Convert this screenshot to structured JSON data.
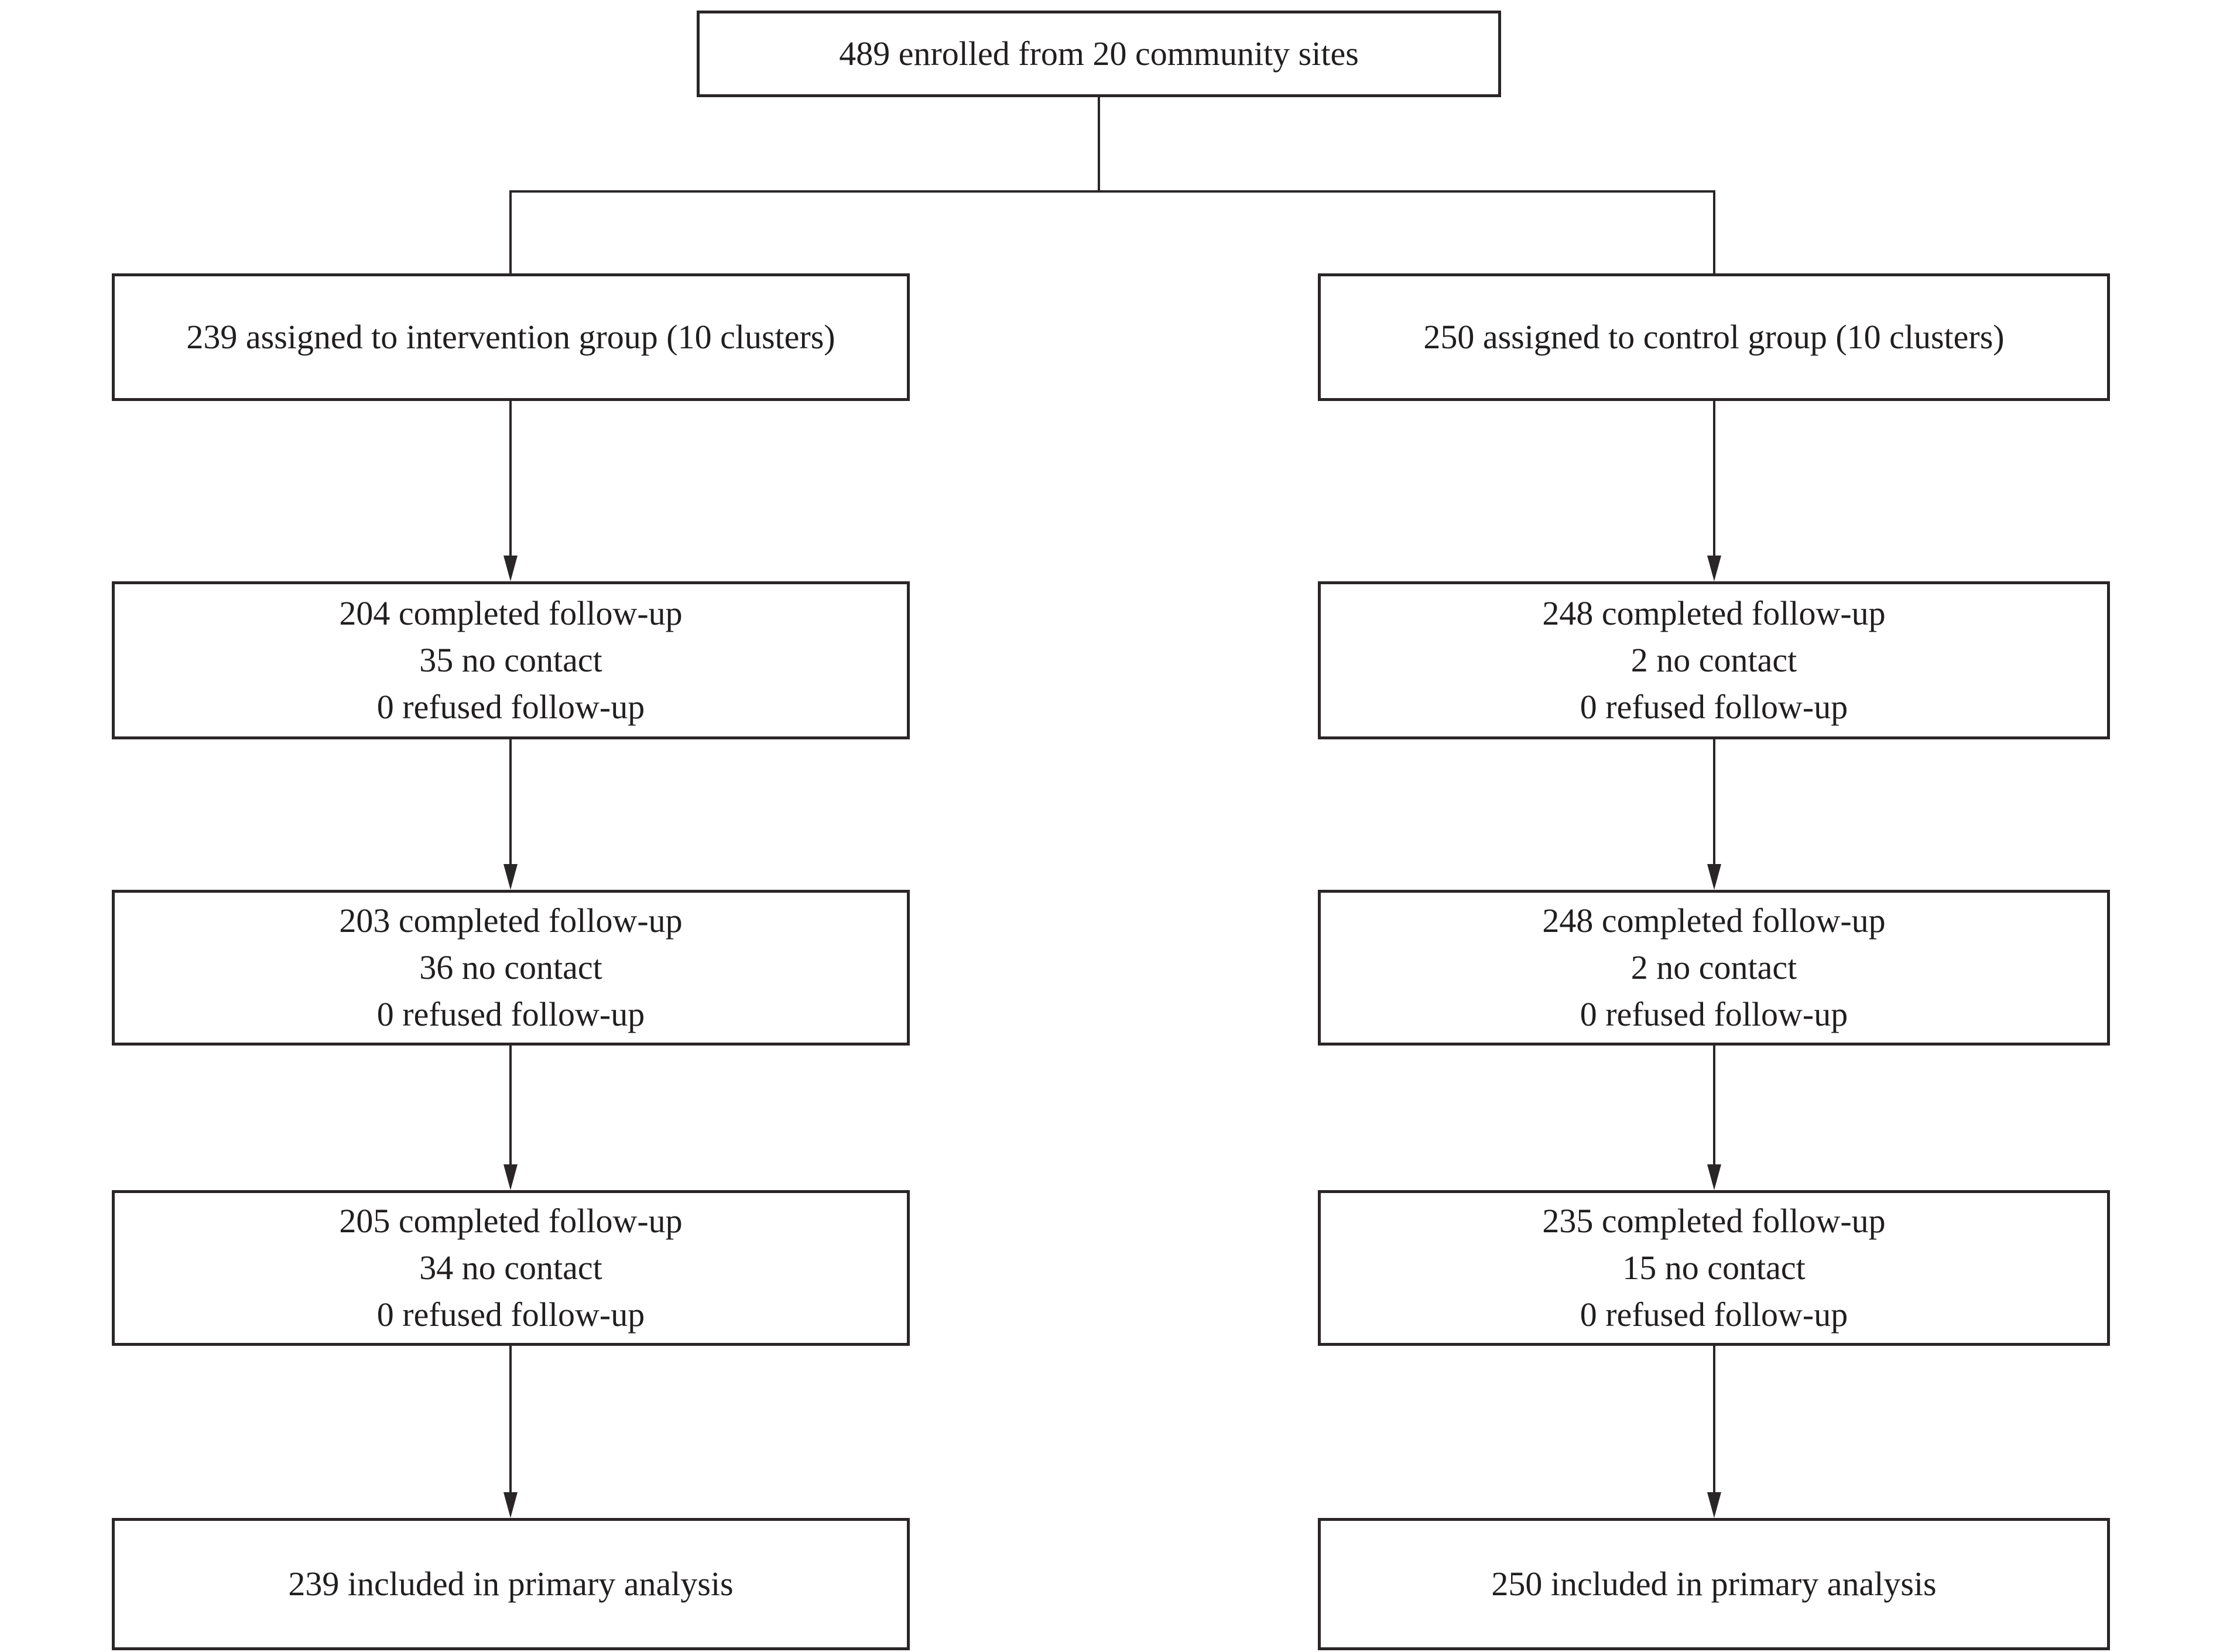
{
  "diagram": {
    "enrolled": "489 enrolled from 20 community sites",
    "intervention": {
      "assigned": "239 assigned to intervention group (10 clusters)",
      "followups": [
        {
          "completed": "204 completed follow-up",
          "no_contact": "35 no contact",
          "refused": "0 refused follow-up"
        },
        {
          "completed": "203 completed follow-up",
          "no_contact": "36 no contact",
          "refused": "0 refused follow-up"
        },
        {
          "completed": "205 completed follow-up",
          "no_contact": "34 no contact",
          "refused": "0 refused follow-up"
        }
      ],
      "analysis": "239 included in primary analysis"
    },
    "control": {
      "assigned": "250 assigned to control group (10 clusters)",
      "followups": [
        {
          "completed": "248 completed follow-up",
          "no_contact": "2 no contact",
          "refused": "0 refused follow-up"
        },
        {
          "completed": "248 completed follow-up",
          "no_contact": "2 no contact",
          "refused": "0 refused follow-up"
        },
        {
          "completed": "235 completed follow-up",
          "no_contact": "15 no contact",
          "refused": "0 refused follow-up"
        }
      ],
      "analysis": "250 included in primary analysis"
    },
    "colors": {
      "line": "#2a2627",
      "text": "#211e1f",
      "background": "#ffffff"
    }
  }
}
